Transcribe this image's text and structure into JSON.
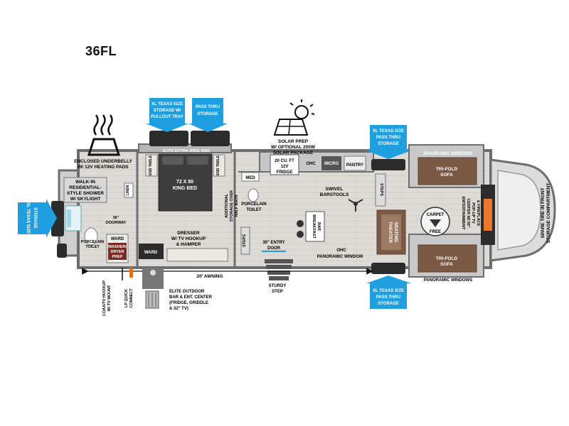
{
  "model": "36FL",
  "colors": {
    "callout_blue": "#1f9ee0",
    "floor": "#d9d6d0",
    "wall": "#8a8a8a",
    "sofa": "#7a5a45",
    "bed": "#3d3d3d",
    "slide_dark": "#2b2b2b"
  },
  "callouts": {
    "storage_left": [
      "XL TEXAS SIZE",
      "STORAGE"
    ],
    "bedroom_storage": [
      "XL TEXAS SIZE",
      "STORAGE W/",
      "PULLOUT TRAY"
    ],
    "pass_thru_top": [
      "PASS THRU",
      "STORAGE"
    ],
    "living_top": [
      "XL TEXAS SIZE",
      "PASS THRU",
      "STORAGE"
    ],
    "living_bottom": [
      "XL TEXAS SIZE",
      "PASS THRU",
      "STORAGE"
    ]
  },
  "icons": {
    "heated_underbelly": "heated-underbelly-icon",
    "solar": "solar-panel-icon",
    "carpet_free": "carpet-free-badge-icon",
    "awning_arrow": "awning-arrow-icon"
  },
  "labels": {
    "underbelly": [
      "ENCLOSED UNDERBELLY",
      "W/ 12V HEATING PADS"
    ],
    "solar": [
      "SOLAR PREP",
      "W/ OPTIONAL 200W",
      "SOLAR PACKAGE"
    ],
    "shower": [
      "WALK-IN",
      "RESIDENTIAL-",
      "STYLE SHOWER",
      "W/ SKYLIGHT"
    ],
    "linen": "LINEN",
    "doorway": [
      "36\"",
      "DOORWAY"
    ],
    "toilet_master": [
      "PORCELAIN",
      "TOILET"
    ],
    "ward1": "WARD",
    "washer": [
      "WASHER/",
      "DRYER",
      "PREP"
    ],
    "ward2": "WARD",
    "headboard": "ELITE EXTRA-WIDE SIDE",
    "end_table_left": "END TABLE",
    "end_table_right": "END TABLE",
    "bed": [
      "72 X 80",
      "KING BED"
    ],
    "half_bath": [
      "ADDITIONAL",
      "STORAGE OVER",
      "HALF BATH"
    ],
    "dresser": [
      "DRESSER",
      "W/ TV HOOKUP",
      "& HAMPER"
    ],
    "med": "MED",
    "toilet_half": [
      "PORCELAIN",
      "TOILET"
    ],
    "steps_left": "STEPS",
    "entry_door": [
      "30\" ENTRY",
      "DOOR"
    ],
    "sturdy_step": [
      "STURDY",
      "STEP"
    ],
    "awning": "20' AWNING",
    "fridge": [
      "20 CU. FT",
      "12V",
      "FRIDGE"
    ],
    "ohc_kitchen": "OHC",
    "micro": "MICRO",
    "pantry": "PANTRY",
    "barstools": [
      "SWIVEL",
      "BARSTOOLS"
    ],
    "breakfast_bar": [
      "BREAKFAST",
      "BAR"
    ],
    "ohc_window": "OHC",
    "panoramic_bottom_kitchen": "PANORAMIC WINDOW",
    "steps_right": "STEPS",
    "theater": [
      "THEATER",
      "SEATING"
    ],
    "panoramic_top": "PANORAMIC WINDOWS",
    "tri_fold_top": [
      "TRI-FOLD",
      "SOFA"
    ],
    "tri_fold_bottom": [
      "TRI-FOLD",
      "SOFA"
    ],
    "panoramic_bottom": "PANORAMIC WINDOWS",
    "carpet_free": [
      "CARPET",
      "FREE"
    ],
    "entertainment": [
      "ENTERTAINMENT",
      "CENTER W/ 55\"",
      "POP-UP TV",
      "& FIREPLACE"
    ],
    "spare_tire": [
      "SPARE TIRE IN FRONT",
      "STORAGE COMPARTMENT"
    ],
    "coax": [
      "COAX/TV HOOKUP",
      "W/ TV MOUNT"
    ],
    "lp": [
      "LP QUICK",
      "CONNECT"
    ],
    "outdoor": [
      "ELITE OUTDOOR",
      "BAR & ENT. CENTER",
      "(FRIDGE, GRIDDLE",
      "& 32\" TV)"
    ]
  }
}
